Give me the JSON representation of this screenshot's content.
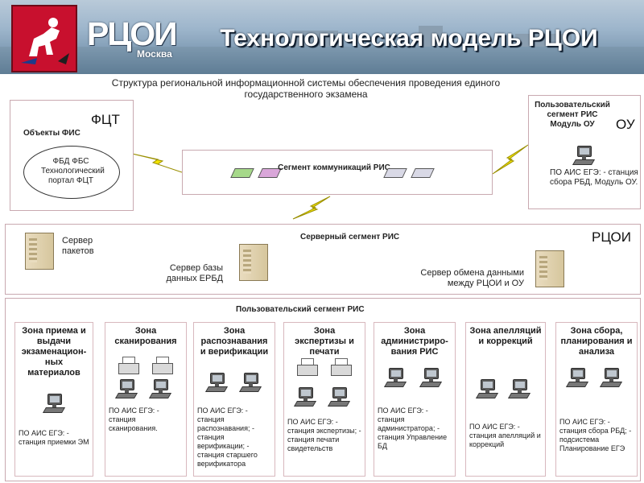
{
  "header": {
    "logo_text": "РЦОИ",
    "logo_subtext": "Москва",
    "title": "Технологическая модель РЦОИ",
    "subtitle": "Структура региональной информационной системы обеспечения проведения единого государственного экзамена"
  },
  "fct": {
    "corner_label": "ФЦТ",
    "objects_label": "Объекты ФИС",
    "ellipse_text": "ФБД ФБС Технологический портал ФЦТ"
  },
  "comm": {
    "label": "Сегмент коммуникаций РИС"
  },
  "ou": {
    "corner_label": "ОУ",
    "title": "Пользовательский сегмент РИС Модуль ОУ",
    "note": "ПО АИС ЕГЭ: - станция сбора РБД, Модуль ОУ."
  },
  "server_segment": {
    "corner_label": "РЦОИ",
    "title": "Серверный сегмент РИС",
    "servers": [
      "Сервер пакетов",
      "Сервер базы данных ЕРБД",
      "Сервер обмена данными между РЦОИ и ОУ"
    ]
  },
  "user_segment": {
    "title": "Пользовательский сегмент РИС"
  },
  "zones": [
    {
      "title": "Зона приема и выдачи экзаменацион-ных материалов",
      "note": "ПО АИС ЕГЭ: - станция приемки ЭМ"
    },
    {
      "title": "Зона сканирования",
      "note": "ПО АИС ЕГЭ: - станция сканирования."
    },
    {
      "title": "Зона распознавания и верификации",
      "note": "ПО АИС ЕГЭ: - станция распознавания; - станция верификации; - станция старшего верификатора"
    },
    {
      "title": "Зона экспертизы и печати",
      "note": "ПО АИС ЕГЭ: - станция экспертизы; - станция печати свидетельств"
    },
    {
      "title": "Зона администриро-вания РИС",
      "note": "ПО АИС ЕГЭ: - станция администратора; - станция Управление БД"
    },
    {
      "title": "Зона апелляций и коррекций",
      "note": "ПО АИС ЕГЭ: - станция апелляций и коррекций"
    },
    {
      "title": "Зона сбора, планирования и анализа",
      "note": "ПО АИС ЕГЭ: - станция сбора РБД; - подсистема Планирование ЕГЭ"
    }
  ],
  "colors": {
    "box_border": "#c9a9b0",
    "lightning": "#f2e200",
    "coat_red": "#c8102e"
  }
}
